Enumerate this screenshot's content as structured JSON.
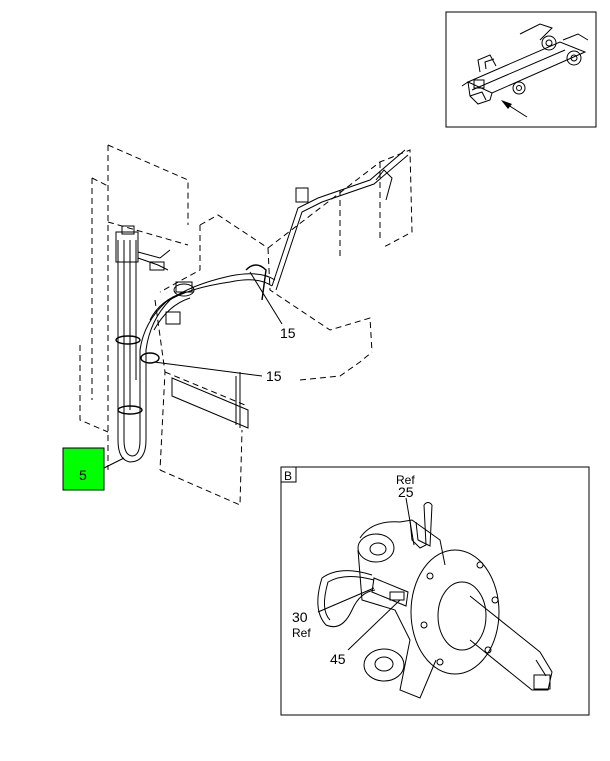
{
  "callouts": {
    "c15_upper": "15",
    "c15_lower": "15",
    "c5": "5",
    "c25": "25",
    "c25_ref": "Ref",
    "c30": "30",
    "c30_ref": "Ref",
    "c45": "45"
  },
  "detail_label": "B",
  "colors": {
    "highlight": "#00ff00",
    "line": "#000000"
  }
}
